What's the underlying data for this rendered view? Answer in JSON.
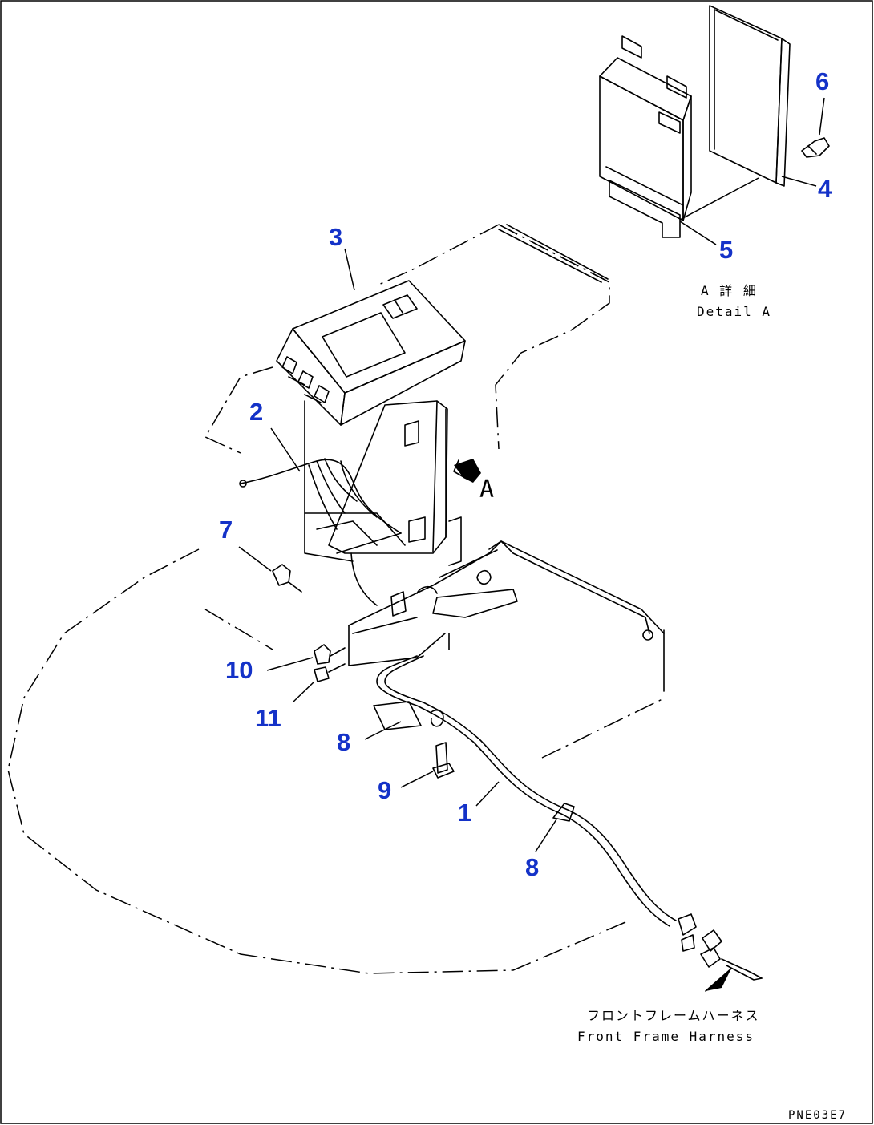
{
  "diagram": {
    "callouts": {
      "c1": "1",
      "c2": "2",
      "c3": "3",
      "c4": "4",
      "c5": "5",
      "c6": "6",
      "c7": "7",
      "c8a": "8",
      "c8b": "8",
      "c9": "9",
      "c10": "10",
      "c11": "11"
    },
    "view_arrow_label": "A",
    "detail": {
      "title_jp": "A 詳 細",
      "title_en": "Detail A"
    },
    "harness_note": {
      "jp": "フロントフレームハーネス",
      "en": "Front Frame Harness"
    },
    "drawing_code": "PNE03E7",
    "colors": {
      "callout": "#1432c8",
      "line": "#000000",
      "background": "#ffffff"
    }
  }
}
